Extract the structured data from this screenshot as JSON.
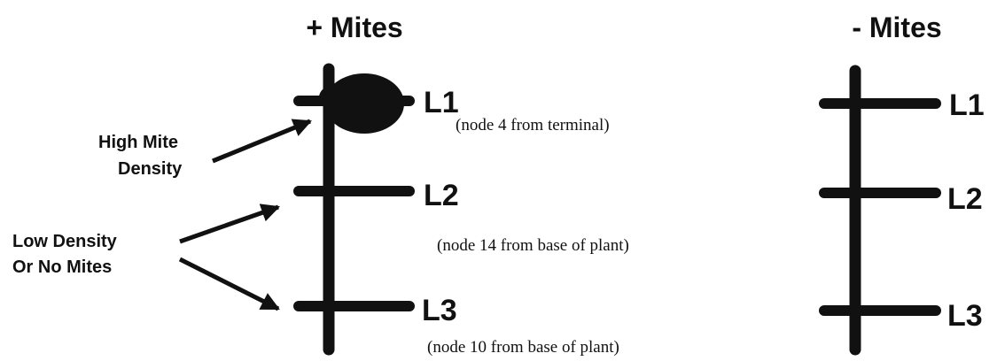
{
  "diagram": {
    "ink_color": "#111111",
    "background_color": "#ffffff",
    "treated": {
      "title": "+ Mites",
      "leaves": [
        {
          "label": "L1",
          "note": "(node 4 from terminal)"
        },
        {
          "label": "L2",
          "note": "(node 14 from base of plant)"
        },
        {
          "label": "L3",
          "note": "(node 10 from base of plant)"
        }
      ],
      "callouts": {
        "high_density": [
          "High Mite",
          "Density"
        ],
        "low_density": [
          "Low Density",
          "Or No Mites"
        ]
      }
    },
    "control": {
      "title": "- Mites",
      "leaves": [
        {
          "label": "L1"
        },
        {
          "label": "L2"
        },
        {
          "label": "L3"
        }
      ]
    }
  }
}
